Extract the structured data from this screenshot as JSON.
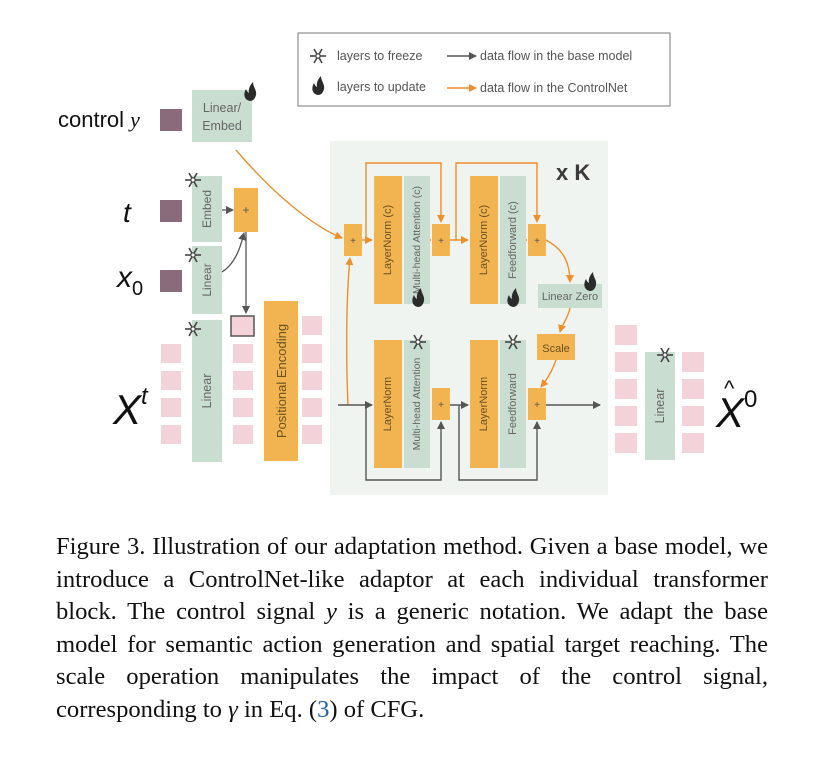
{
  "legend": {
    "freeze_label": "layers to freeze",
    "update_label": "layers to update",
    "base_flow_label": "data flow in the base model",
    "controlnet_flow_label": "data flow in the ControlNet"
  },
  "inputs": {
    "control_text": "control",
    "control_var": "y",
    "t_label": "t",
    "x0_label": "x",
    "x0_sub": "0",
    "xt_label": "X",
    "xt_sup": "t"
  },
  "output": {
    "label": "X",
    "hat": "^",
    "sup": "0"
  },
  "blocks": {
    "linear_embed_line1": "Linear/",
    "linear_embed_line2": "Embed",
    "embed": "Embed",
    "linear_x0": "Linear",
    "linear_xt": "Linear",
    "positional_encoding": "Positional Encoding",
    "layernorm_c": "LayerNorm (c)",
    "mha_c": "Multi-head Attention (c)",
    "layernorm_c2": "LayerNorm (c)",
    "feedforward_c": "Feedforward (c)",
    "linear_zero": "Linear Zero",
    "scale": "Scale",
    "layernorm": "LayerNorm",
    "mha": "Multi-head Attention",
    "layernorm2": "LayerNorm",
    "feedforward": "Feedforward",
    "linear_out": "Linear",
    "repeat": "x K",
    "plus": "+"
  },
  "colors": {
    "green": "#c9ddd0",
    "orange": "#f2b450",
    "pink": "#f3d3d9",
    "purple": "#8a6b7c",
    "bg": "#f0f4f1",
    "arrow_orange": "#ee8e2c",
    "arrow_gray": "#555555"
  },
  "caption": {
    "part1": "Figure 3. Illustration of our adaptation method. Given a base model, we introduce a ControlNet-like adaptor at each individual transformer block. The control signal ",
    "var_y": "y",
    "part2": " is a generic notation. We adapt the base model for semantic action generation and spatial target reaching. The scale operation manipulates the impact of the control signal, corresponding to ",
    "var_gamma": "γ",
    "part3": " in Eq. (",
    "eq_ref": "3",
    "part4": ") of CFG."
  }
}
